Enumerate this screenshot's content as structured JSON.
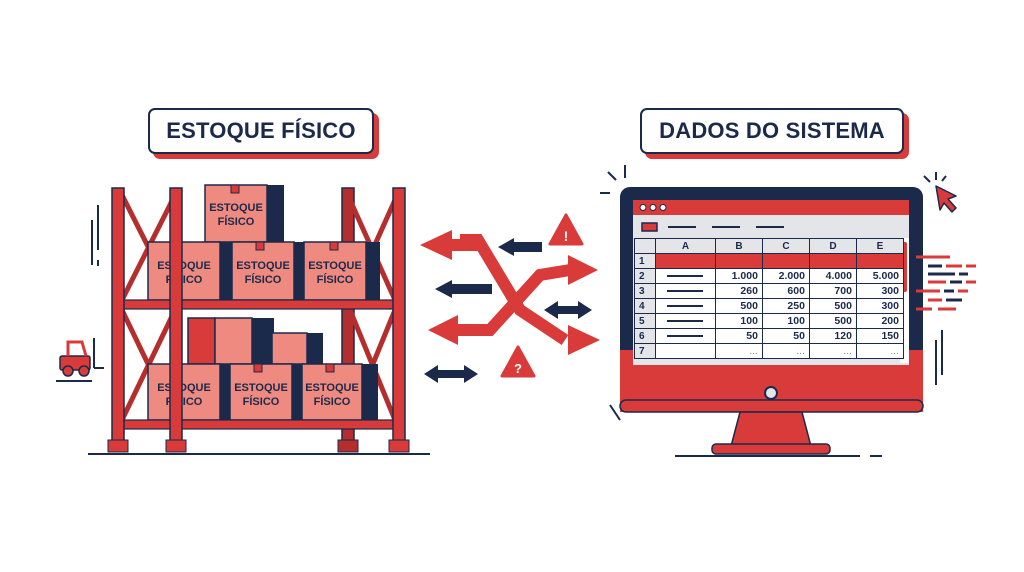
{
  "left_panel": {
    "title": "ESTOQUE FÍSICO",
    "box_label_line1": "ESTOQUE",
    "box_label_line2": "FÍSICO",
    "boxes_count": 7,
    "icons": [
      "warehouse-rack",
      "boxes",
      "forklift"
    ]
  },
  "right_panel": {
    "title": "DADOS DO SISTEMA",
    "icons": [
      "monitor",
      "spreadsheet",
      "mouse-cursor"
    ],
    "spreadsheet": {
      "columns": [
        "A",
        "B",
        "C",
        "D",
        "E"
      ],
      "rows": [
        {
          "n": "1",
          "header": true,
          "cells": [
            "",
            "",
            "",
            "",
            ""
          ]
        },
        {
          "n": "2",
          "cells": [
            "—",
            "1.000",
            "2.000",
            "4.000",
            "5.000"
          ]
        },
        {
          "n": "3",
          "cells": [
            "—",
            "260",
            "600",
            "700",
            "300"
          ]
        },
        {
          "n": "4",
          "cells": [
            "—",
            "500",
            "250",
            "500",
            "300"
          ]
        },
        {
          "n": "5",
          "cells": [
            "—",
            "100",
            "100",
            "500",
            "200"
          ]
        },
        {
          "n": "6",
          "cells": [
            "—",
            "50",
            "50",
            "120",
            "150"
          ]
        },
        {
          "n": "7",
          "cells": [
            "",
            "...",
            "...",
            "...",
            "..."
          ]
        }
      ]
    }
  },
  "middle": {
    "icons": [
      "crossing-arrows",
      "left-arrow",
      "double-arrow",
      "warning-exclamation",
      "warning-question"
    ],
    "warning_symbol": "!",
    "question_symbol": "?"
  },
  "colors": {
    "red": "#d93a3a",
    "navy": "#1b2a4a",
    "salmon": "#ee8a80",
    "light_gray": "#e4e5e8"
  }
}
